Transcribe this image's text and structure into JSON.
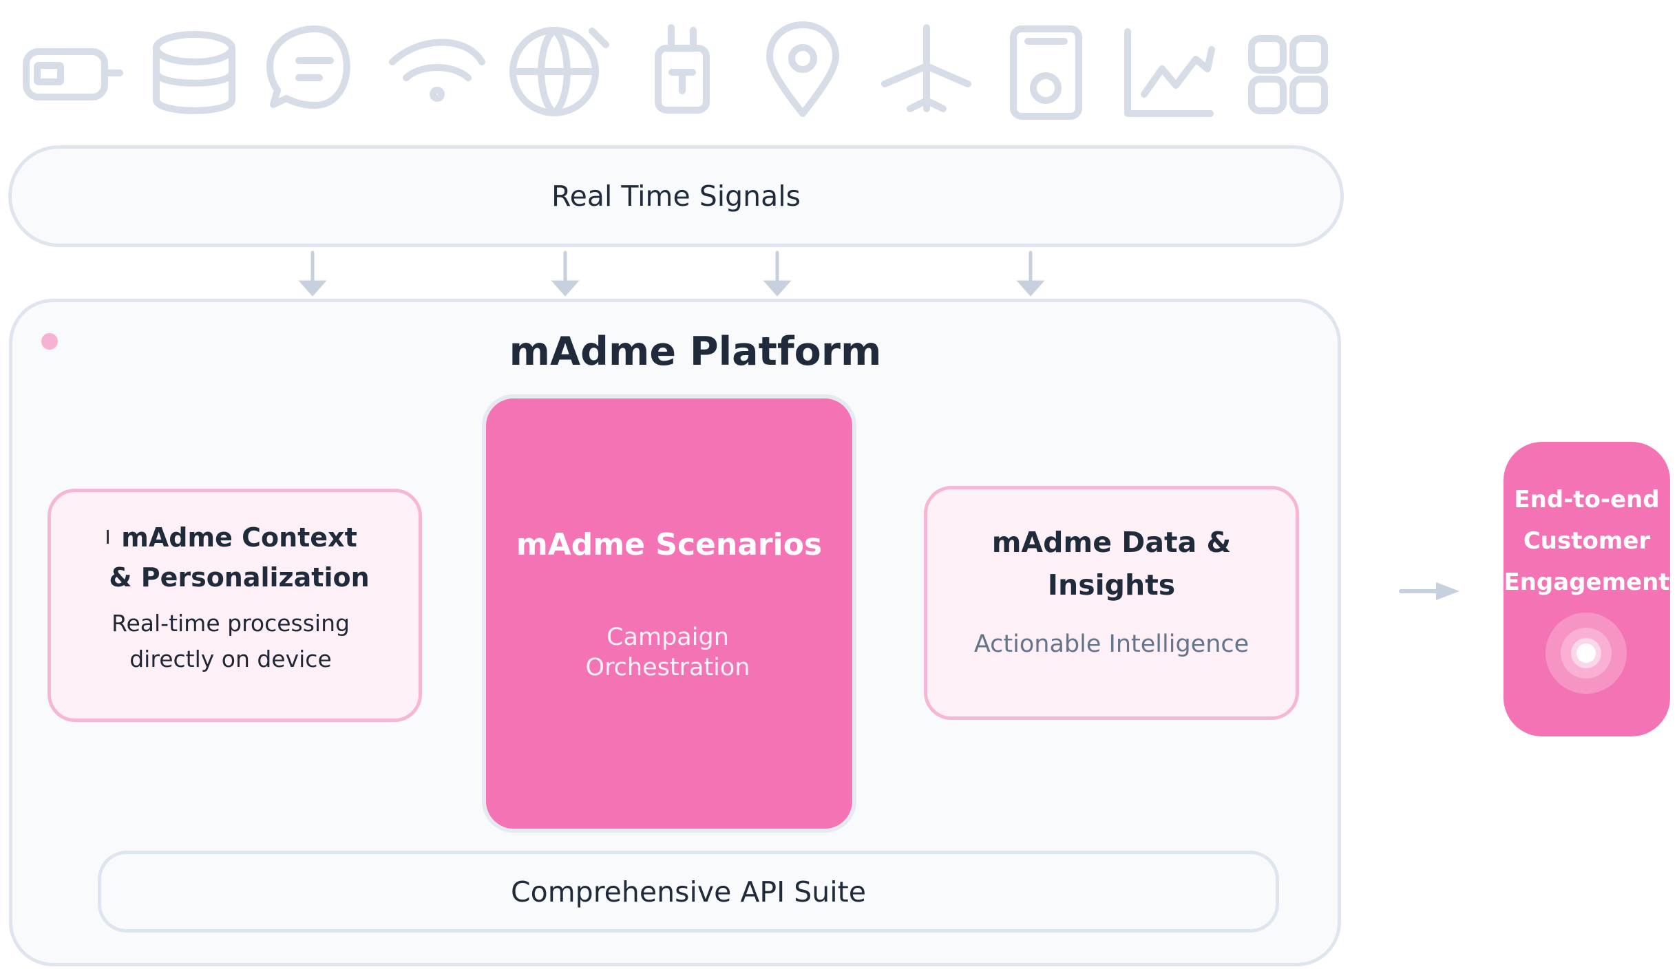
{
  "diagram": {
    "signals": {
      "title": "Real Time Signals"
    },
    "platform": {
      "title": "mAdme Platform"
    },
    "cards": {
      "context": {
        "title": "mAdme Context & Personalization",
        "subtitle": "Real-time processing directly on device"
      },
      "scenarios": {
        "title": "mAdme Scenarios",
        "subtitle": "Campaign Orchestration"
      },
      "insights": {
        "title": "mAdme Data & Insights",
        "subtitle": "Actionable Intelligence"
      }
    },
    "api": {
      "title": "Comprehensive API Suite"
    },
    "engagement": {
      "title": "End-to-end Customer Engagement"
    },
    "icons": [
      "battery-icon",
      "database-icon",
      "chat-icon",
      "wifi-icon",
      "globe-icon",
      "walkie-talkie-icon",
      "location-pin-icon",
      "airplane-icon",
      "phone-device-icon",
      "analytics-chart-icon",
      "grid-icon"
    ]
  },
  "colors": {
    "accent_pink": "#f473b4",
    "light_pink": "#fdf0f6",
    "pink_border": "#f6b6d6",
    "neutral_border": "#dfe5ef",
    "icon_gray": "#d7dde6",
    "connector_gray": "#c7d0dd",
    "text_dark": "#1f2a3b"
  }
}
